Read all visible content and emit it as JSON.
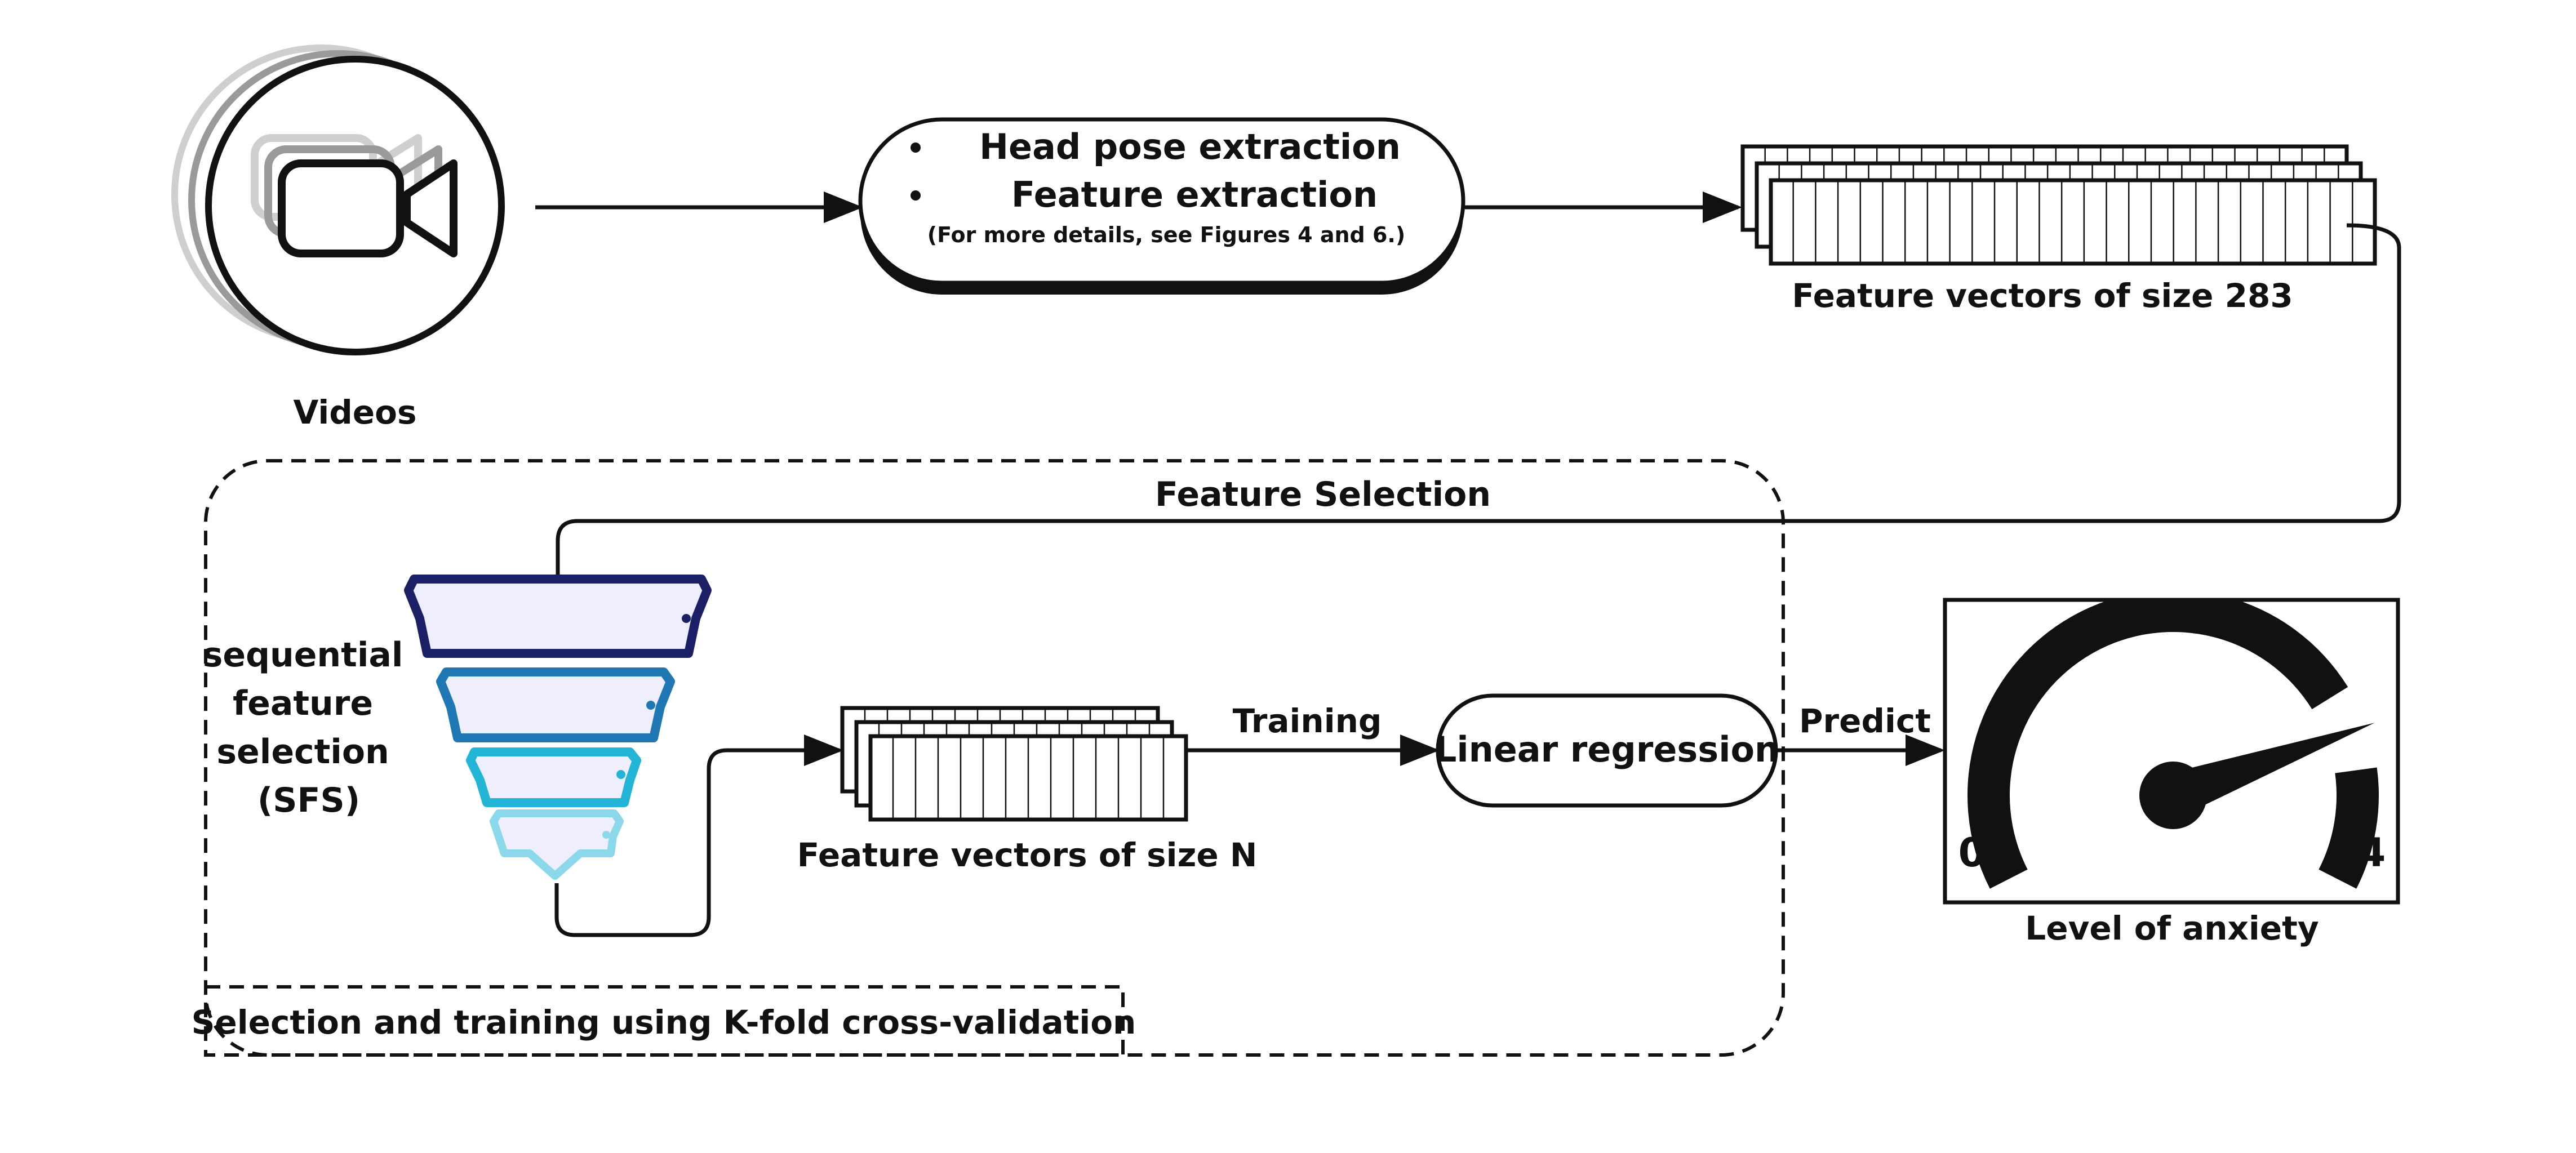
{
  "source": {
    "label": "Videos"
  },
  "extraction": {
    "bullets": [
      "Head pose extraction",
      "Feature extraction"
    ],
    "note": "(For more details, see Figures 4 and 6.)"
  },
  "features_full": {
    "label": "Feature vectors of size 283"
  },
  "feature_selection": {
    "title": "Feature Selection",
    "sfs_label": [
      "sequential",
      "feature",
      "selection",
      "(SFS)"
    ],
    "cv_label": "Selection and training using K-fold cross-validation",
    "features_selected_label": "Feature vectors of size N",
    "training_label": "Training",
    "model_label": "Linear regression"
  },
  "output": {
    "predict_label": "Predict",
    "gauge_min": "0",
    "gauge_max": "4",
    "gauge_label": "Level of anxiety",
    "gauge_level": 0.8
  },
  "colors": {
    "ink": "#111111",
    "funnel_tier1_stroke": "#1a1f66",
    "funnel_tier2_stroke": "#1f78b4",
    "funnel_tier3_stroke": "#22b5d6",
    "funnel_tier4_stroke": "#8ad8ea",
    "funnel_fill": "#eeeefc"
  },
  "icons": {
    "source": "video-camera-icon",
    "selection": "funnel-icon",
    "output": "gauge-icon"
  }
}
